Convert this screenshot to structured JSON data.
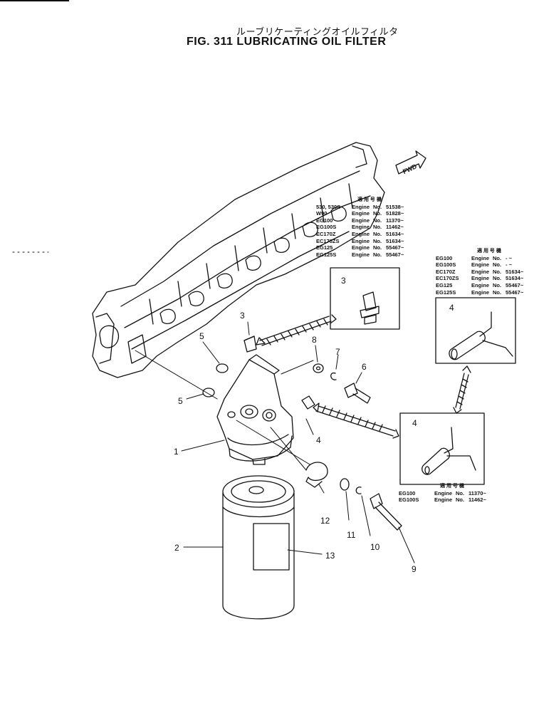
{
  "title": {
    "japanese": "ルーブリケーティングオイルフィルタ",
    "english": "FIG. 311  LUBRICATING OIL FILTER"
  },
  "fwd_label": "FWD",
  "callouts": [
    "1",
    "2",
    "3",
    "3",
    "4",
    "4",
    "4",
    "5",
    "5",
    "6",
    "7",
    "8",
    "9",
    "10",
    "11",
    "12",
    "13"
  ],
  "tables": {
    "top": {
      "header": "適 用 号 機",
      "rows": [
        {
          "model": "530, 530S",
          "engine": "Engine",
          "no": "No.",
          "serial": "51538~"
        },
        {
          "model": "W90",
          "engine": "Engine",
          "no": "No.",
          "serial": "51828~"
        },
        {
          "model": "EG100",
          "engine": "Engine",
          "no": "No.",
          "serial": "11370~"
        },
        {
          "model": "EG100S",
          "engine": "Engine",
          "no": "No.",
          "serial": "11462~"
        },
        {
          "model": "EC170Z",
          "engine": "Engine",
          "no": "No.",
          "serial": "51634~"
        },
        {
          "model": "EC170ZS",
          "engine": "Engine",
          "no": "No.",
          "serial": "51634~"
        },
        {
          "model": "EG125",
          "engine": "Engine",
          "no": "No.",
          "serial": "55467~"
        },
        {
          "model": "EG125S",
          "engine": "Engine",
          "no": "No.",
          "serial": "55467~"
        }
      ]
    },
    "right": {
      "header": "適 用 号 機",
      "rows": [
        {
          "model": "EG100",
          "engine": "Engine",
          "no": "No.",
          "serial": "- ~"
        },
        {
          "model": "EG100S",
          "engine": "Engine",
          "no": "No.",
          "serial": "- ~"
        },
        {
          "model": "EC170Z",
          "engine": "Engine",
          "no": "No.",
          "serial": "51634~"
        },
        {
          "model": "EC170ZS",
          "engine": "Engine",
          "no": "No.",
          "serial": "51634~"
        },
        {
          "model": "EG125",
          "engine": "Engine",
          "no": "No.",
          "serial": "55467~"
        },
        {
          "model": "EG125S",
          "engine": "Engine",
          "no": "No.",
          "serial": "55467~"
        }
      ]
    },
    "bottom": {
      "header": "適 用 号 機",
      "rows": [
        {
          "model": "EG100",
          "engine": "Engine",
          "no": "No.",
          "serial": "11370~"
        },
        {
          "model": "EG100S",
          "engine": "Engine",
          "no": "No.",
          "serial": "11462~"
        }
      ]
    }
  }
}
